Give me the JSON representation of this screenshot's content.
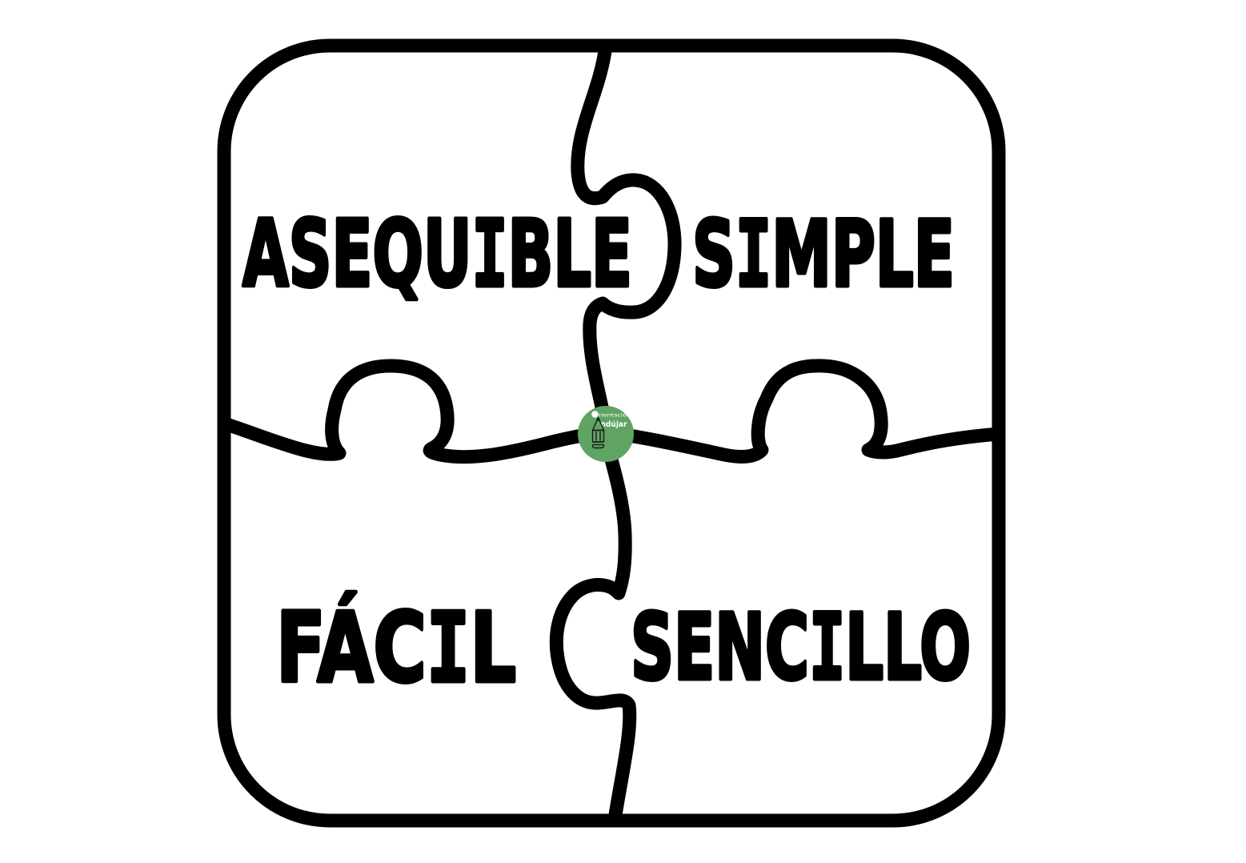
{
  "puzzle": {
    "outline_color": "#000000",
    "background": "#ffffff",
    "pieces": [
      {
        "id": "top-left",
        "label": "ASEQUIBLE",
        "segments": [
          "ASEQU",
          "I",
          "BLE"
        ]
      },
      {
        "id": "top-right",
        "label": "SIMPLE",
        "segments": [
          "S",
          "I",
          "MPLE"
        ]
      },
      {
        "id": "bottom-left",
        "label": "FÁCIL",
        "segments": [
          "FÁC",
          "I",
          "L"
        ]
      },
      {
        "id": "bottom-right",
        "label": "SENCILLO",
        "segments": [
          "SENC",
          "I",
          "LLO"
        ]
      }
    ]
  },
  "logo": {
    "badge_color": "#5fa463",
    "text_color": "#ffffff",
    "line1": "rientación",
    "line2": "ndújar"
  }
}
